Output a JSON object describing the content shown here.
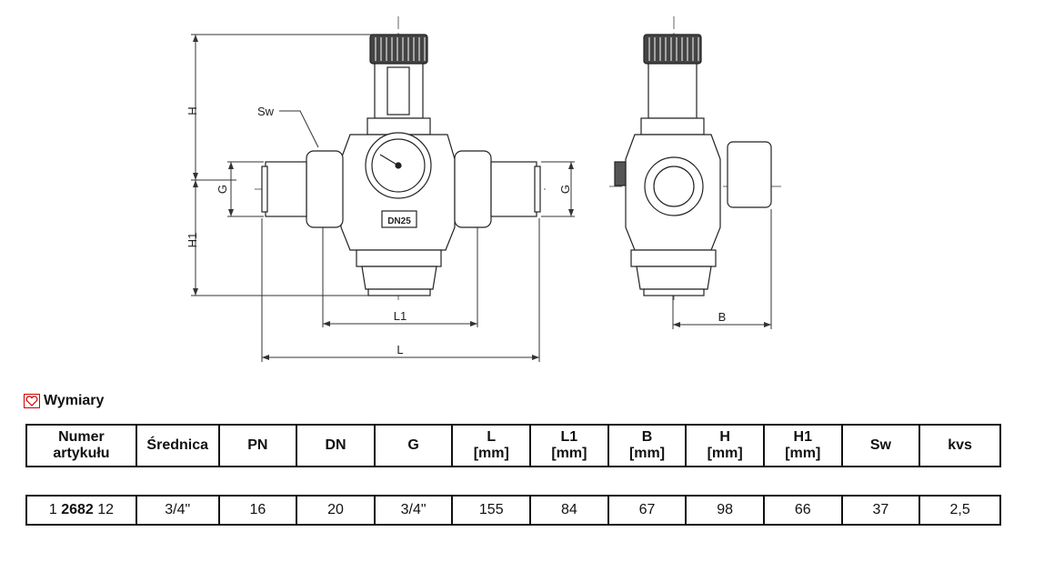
{
  "drawing": {
    "labels": {
      "h": "H",
      "h1": "H1",
      "g_left": "G",
      "g_right": "G",
      "sw": "Sw",
      "l1": "L1",
      "l": "L",
      "b": "B",
      "dn": "DN25"
    }
  },
  "section": {
    "title": "Wymiary",
    "icon": "heart-icon"
  },
  "table": {
    "headers": [
      [
        "Numer",
        "artykułu"
      ],
      [
        "Średnica",
        ""
      ],
      [
        "PN",
        ""
      ],
      [
        "DN",
        ""
      ],
      [
        "G",
        ""
      ],
      [
        "L",
        "[mm]"
      ],
      [
        "L1",
        "[mm]"
      ],
      [
        "B",
        "[mm]"
      ],
      [
        "H",
        "[mm]"
      ],
      [
        "H1",
        "[mm]"
      ],
      [
        "Sw",
        ""
      ],
      [
        "kvs",
        ""
      ]
    ],
    "row": {
      "article_prefix": "1 ",
      "article_bold": "2682",
      "article_suffix": " 12",
      "values": [
        "3/4\"",
        "16",
        "20",
        "3/4\"",
        "155",
        "84",
        "67",
        "98",
        "66",
        "37",
        "2,5"
      ]
    }
  }
}
